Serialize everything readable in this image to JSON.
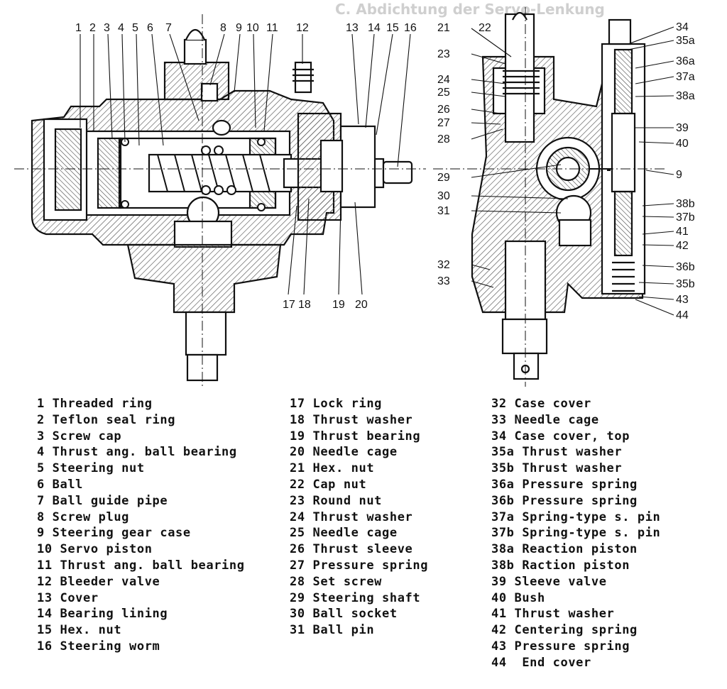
{
  "diagram": {
    "ghost_heading": "C. Abdichtung der Servo-Lenkung",
    "callouts_left_top": [
      "1",
      "2",
      "3",
      "4",
      "5",
      "6",
      "7",
      "8",
      "9",
      "10",
      "11",
      "12",
      "13",
      "14",
      "15",
      "16"
    ],
    "callouts_left_bottom": [
      "17",
      "18",
      "19",
      "20"
    ],
    "callouts_middle": [
      "21",
      "22",
      "23",
      "24",
      "25",
      "26",
      "27",
      "28",
      "29",
      "30",
      "31",
      "32",
      "33"
    ],
    "callouts_right": [
      "34",
      "35a",
      "36a",
      "37a",
      "38a",
      "39",
      "40",
      "9",
      "38b",
      "37b",
      "41",
      "42",
      "36b",
      "35b",
      "43",
      "44"
    ]
  },
  "legend": {
    "column1": [
      "1 Threaded ring",
      "2 Teflon seal ring",
      "3 Screw cap",
      "4 Thrust ang. ball bearing",
      "5 Steering nut",
      "6 Ball",
      "7 Ball guide pipe",
      "8 Screw plug",
      "9 Steering gear case",
      "10 Servo piston",
      "11 Thrust ang. ball bearing",
      "12 Bleeder valve",
      "13 Cover",
      "14 Bearing lining",
      "15 Hex. nut",
      "16 Steering worm"
    ],
    "column2": [
      "17 Lock ring",
      "18 Thrust washer",
      "19 Thrust bearing",
      "20 Needle cage",
      "21 Hex. nut",
      "22 Cap nut",
      "23 Round nut",
      "24 Thrust washer",
      "25 Needle cage",
      "26 Thrust sleeve",
      "27 Pressure spring",
      "28 Set screw",
      "29 Steering shaft",
      "30 Ball socket",
      "31 Ball pin"
    ],
    "column3": [
      "32 Case cover",
      "33 Needle cage",
      "34 Case cover, top",
      "35a Thrust washer",
      "35b Thrust washer",
      "36a Pressure spring",
      "36b Pressure spring",
      "37a Spring-type s. pin",
      "37b Spring-type s. pin",
      "38a Reaction piston",
      "38b Raction piston",
      "39 Sleeve valve",
      "40 Bush",
      "41 Thrust washer",
      "42 Centering spring",
      "43 Pressure spring",
      "44  End cover"
    ]
  },
  "colors": {
    "ink": "#111111",
    "hatch": "#555555",
    "ghost": "#cfcfcf",
    "paper": "#ffffff"
  }
}
